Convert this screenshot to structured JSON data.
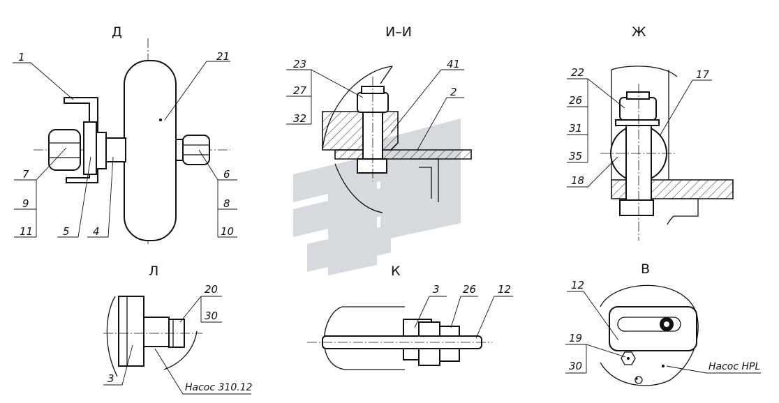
{
  "views": {
    "d": {
      "title": "Д",
      "labels": [
        "1",
        "21",
        "7",
        "9",
        "11",
        "5",
        "4",
        "6",
        "8",
        "10"
      ]
    },
    "i": {
      "title": "И–И",
      "labels": [
        "23",
        "27",
        "32",
        "41",
        "2"
      ]
    },
    "zh": {
      "title": "Ж",
      "labels": [
        "22",
        "26",
        "31",
        "35",
        "18",
        "17"
      ]
    },
    "l": {
      "title": "Л",
      "labels": [
        "20",
        "30",
        "3"
      ],
      "caption": "Насос 310.12"
    },
    "k": {
      "title": "К",
      "labels": [
        "3",
        "26",
        "12"
      ]
    },
    "v": {
      "title": "В",
      "labels": [
        "12",
        "19",
        "30"
      ],
      "caption": "Насос HPL"
    }
  },
  "colors": {
    "line": "#111111",
    "watermark": "#c9cdd2",
    "background": "#ffffff"
  }
}
